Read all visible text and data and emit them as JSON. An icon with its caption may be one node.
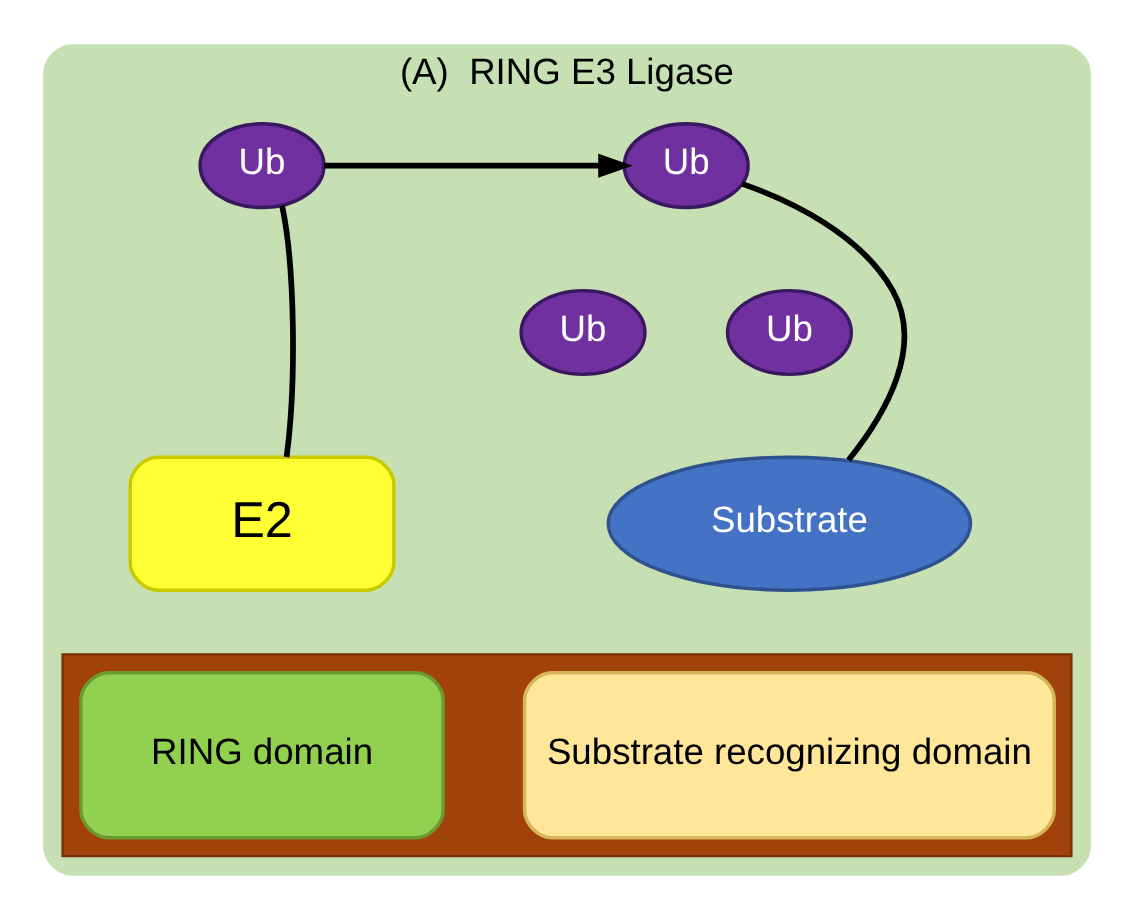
{
  "diagram": {
    "nodes": [
      {
        "text": [
          "(A)  RING E3 Ligase"
        ]
      },
      {
        "text": [
          "Ub"
        ],
        "in": 0
      },
      {
        "text": [
          "Ub"
        ],
        "in": 0
      },
      {
        "text": [
          "Ub"
        ],
        "in": 0
      },
      {
        "text": [
          "Ub"
        ],
        "in": 0
      },
      {
        "text": [
          "Substrate"
        ],
        "in": 0
      },
      {
        "text": [
          "E2"
        ],
        "in": 0
      },
      {
        "text": [],
        "shape": "bar",
        "in": 0
      },
      {
        "text": [
          "Substrate recognizing domain"
        ],
        "in": 7
      },
      {
        "text": [
          "RING domain"
        ],
        "in": 7
      }
    ],
    "edges": [
      {
        "from": 2,
        "to": 1,
        "arrow": "to"
      },
      {
        "from": 1,
        "to": 5,
        "arrow": "none"
      },
      {
        "from": 2,
        "to": 6,
        "arrow": "none"
      }
    ]
  }
}
